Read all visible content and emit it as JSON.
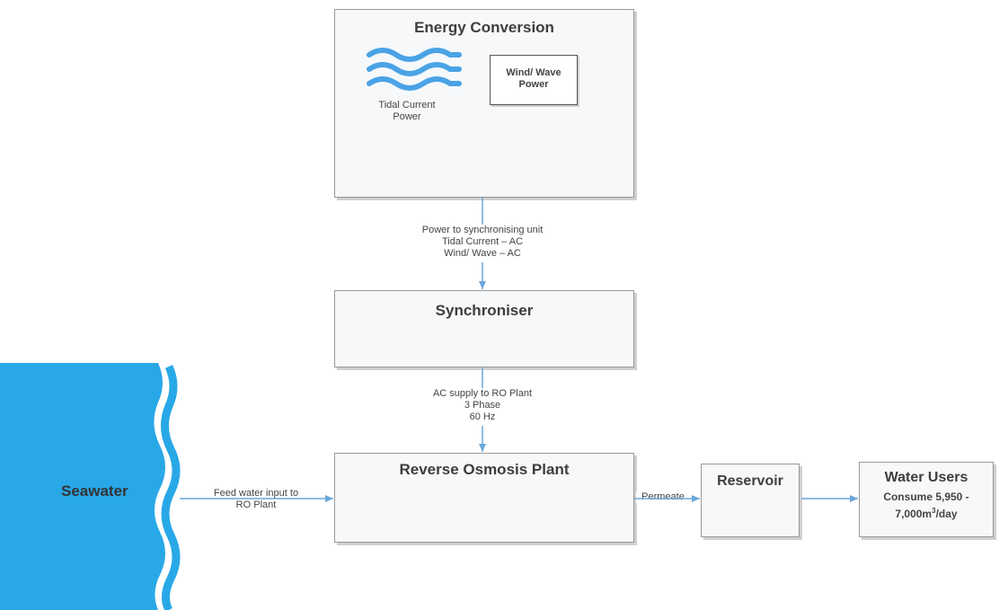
{
  "energy": {
    "title": "Energy Conversion",
    "tidal_label_line1": "Tidal Current",
    "tidal_label_line2": "Power",
    "wind_label_line1": "Wind/ Wave",
    "wind_label_line2": "Power"
  },
  "link_power": {
    "line1": "Power to synchronising unit",
    "line2": "Tidal Current – AC",
    "line3": "Wind/ Wave – AC"
  },
  "synchroniser": {
    "title": "Synchroniser"
  },
  "link_ac": {
    "line1": "AC supply to RO Plant",
    "line2": "3 Phase",
    "line3": "60 Hz"
  },
  "seawater": {
    "label": "Seawater"
  },
  "link_feed": {
    "line1": "Feed water input to",
    "line2": "RO Plant"
  },
  "ro_plant": {
    "title": "Reverse Osmosis Plant"
  },
  "link_permeate": {
    "label": "Permeate"
  },
  "reservoir": {
    "title": "Reservoir"
  },
  "water_users": {
    "title": "Water Users",
    "line1": "Consume 5,950 -",
    "line2_value": "7,000m",
    "line2_sup": "3",
    "line2_unit": "/day"
  },
  "colors": {
    "seawater": "#29a8e8",
    "arrow": "#6aa6d8",
    "box_border": "#9a9a9a"
  },
  "icons": [
    "waves-icon"
  ]
}
